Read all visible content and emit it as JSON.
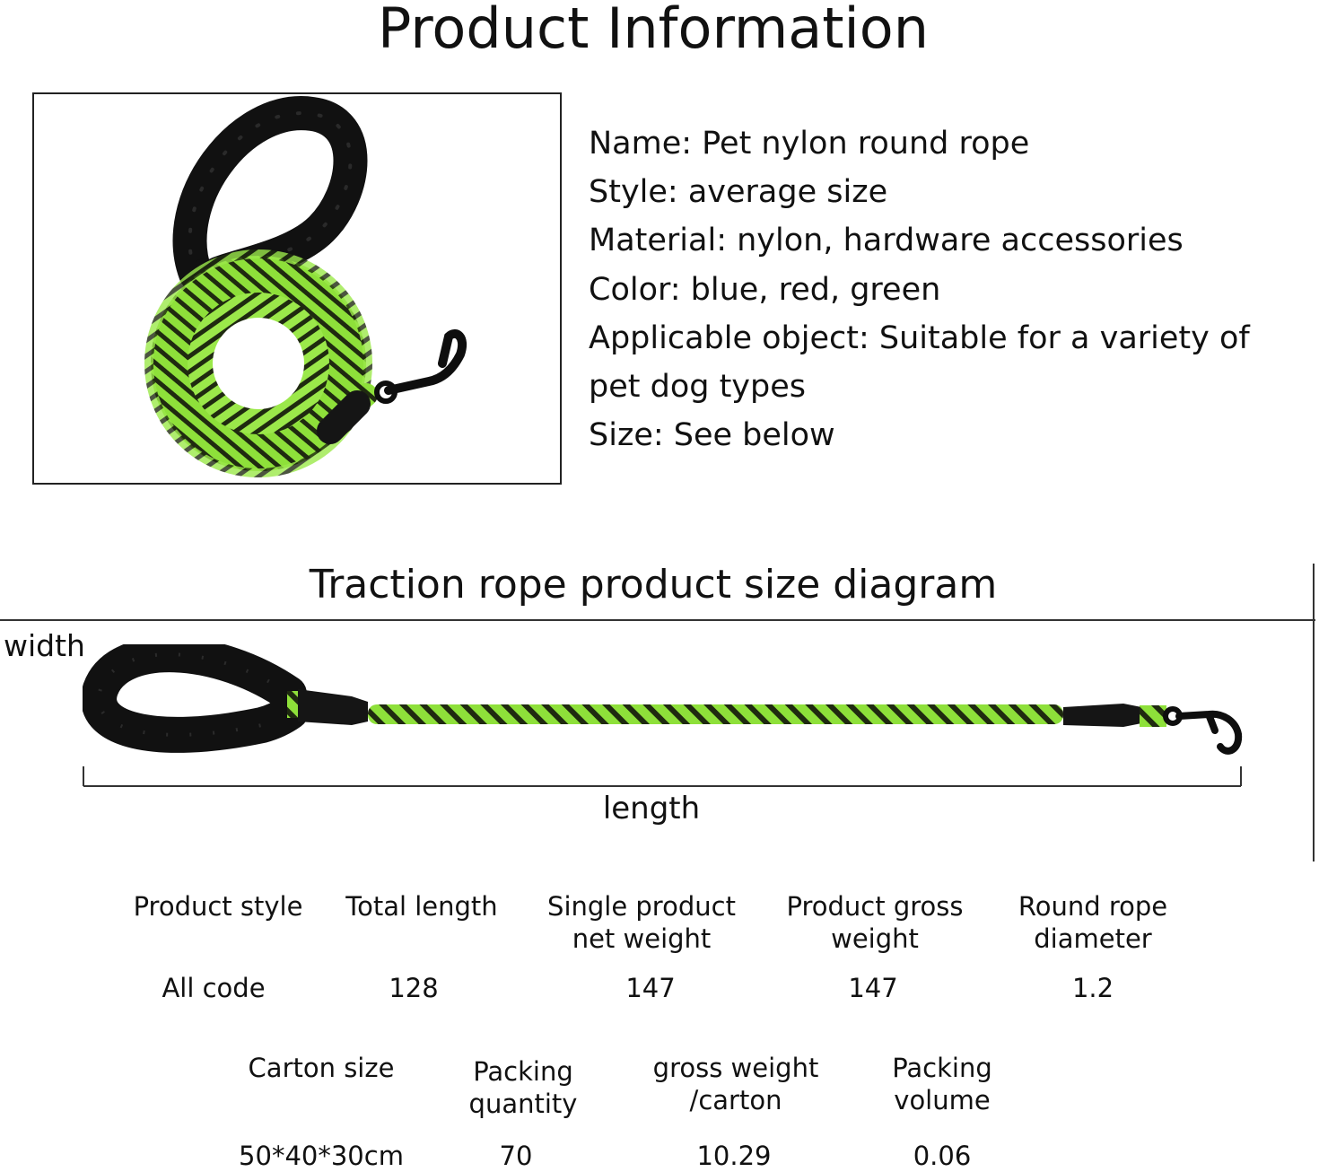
{
  "page_title": "Product Information",
  "product_info": [
    "Name: Pet nylon round rope",
    "Style: average size",
    "Material: nylon, hardware accessories",
    "Color: blue, red, green",
    "Applicable object: Suitable for a variety of",
    "pet dog types",
    "Size: See below"
  ],
  "diagram": {
    "title": "Traction rope product size diagram",
    "width_label": "width",
    "length_label": "length"
  },
  "colors": {
    "rope_green": "#8ee03a",
    "rope_dark": "#1f2a10",
    "handle_black": "#111111"
  },
  "spec_table_1": {
    "headers": [
      "Product style",
      "Total length",
      "Single product\nnet weight",
      "Product gross\nweight",
      "Round rope\ndiameter"
    ],
    "values": [
      "All code",
      "128",
      "147",
      "147",
      "1.2"
    ]
  },
  "spec_table_2": {
    "headers": [
      "Carton size",
      "Packing\nquantity",
      "gross weight\n/carton",
      "Packing\nvolume"
    ],
    "values": [
      "50*40*30cm",
      "70",
      "10.29",
      "0.06"
    ]
  }
}
